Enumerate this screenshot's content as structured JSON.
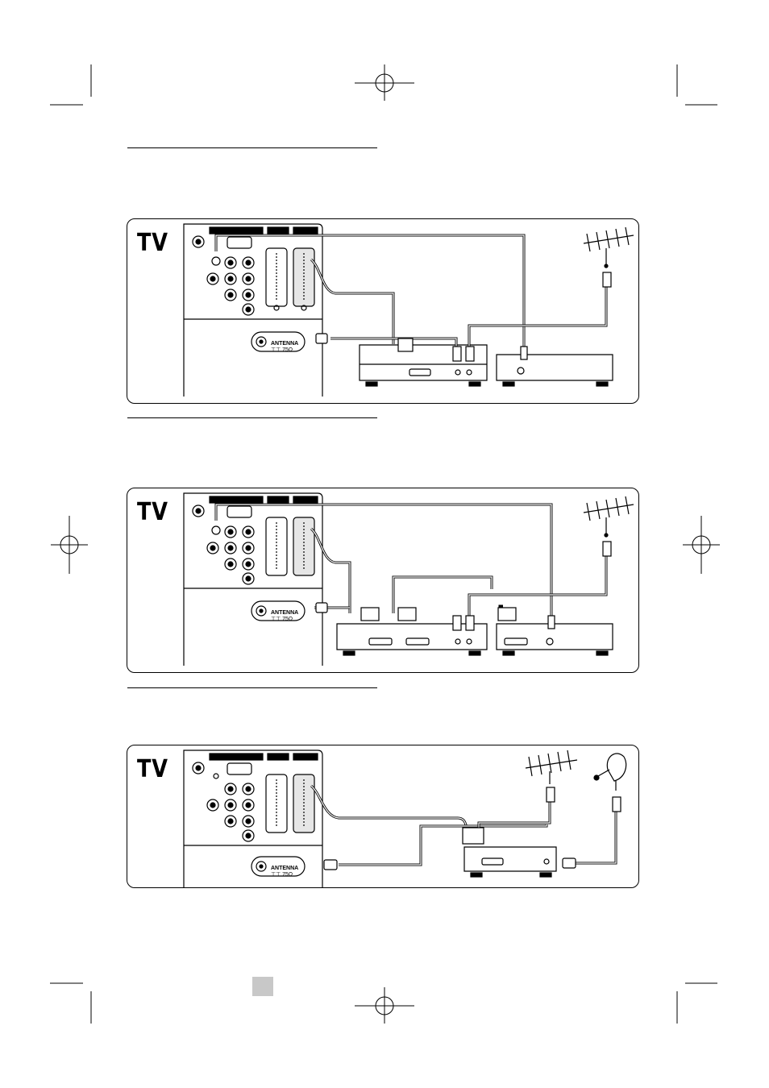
{
  "panels": [
    {
      "id": "panel-1",
      "tv_label": "TV",
      "antenna_label": "ANTENNA",
      "antenna_sub": "⊤⊤ 75Ω"
    },
    {
      "id": "panel-2",
      "tv_label": "TV",
      "antenna_label": "ANTENNA",
      "antenna_sub": "⊤⊤ 75Ω"
    },
    {
      "id": "panel-3",
      "tv_label": "TV",
      "antenna_label": "ANTENNA",
      "antenna_sub": "⊤⊤ 75Ω"
    }
  ],
  "icons": {
    "rf_antenna": "terrestrial-antenna-icon",
    "satellite": "satellite-dish-icon",
    "scart": "scart-connector-icon",
    "coax": "coax-plug-icon"
  },
  "colors": {
    "line": "#000000",
    "panel_fill": "#ffffff",
    "page_box": "#c8c8c8"
  }
}
